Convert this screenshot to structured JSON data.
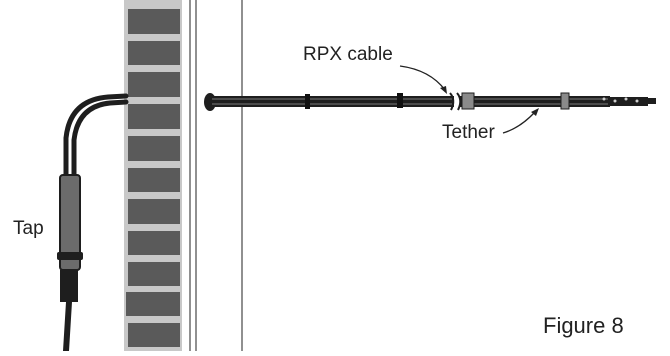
{
  "labels": {
    "rpx_cable": "RPX cable",
    "tether": "Tether",
    "tap": "Tap",
    "figure": "Figure 8"
  },
  "colors": {
    "background": "#ffffff",
    "brick": "#5a5a5a",
    "mortar": "#c8c8c8",
    "cable": "#1e1e1e",
    "tap_sleeve": "#6b6b6b",
    "line": "#222222"
  }
}
